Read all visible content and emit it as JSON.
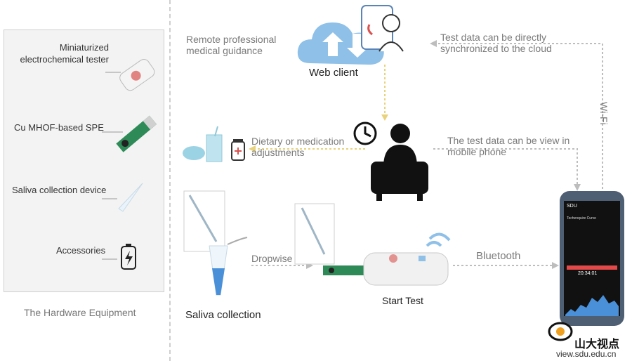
{
  "hardware": {
    "title": "The Hardware Equipment",
    "items": [
      {
        "label": "Miniaturized electrochemical tester",
        "icon": "tester-device-icon"
      },
      {
        "label": "Cu MHOF-based SPE",
        "icon": "electrode-strip-icon"
      },
      {
        "label": "Saliva collection device",
        "icon": "collection-tube-icon"
      },
      {
        "label": "Accessories",
        "icon": "battery-icon"
      }
    ]
  },
  "cloud": {
    "label": "Web client",
    "remote_guidance": "Remote professional medical guidance",
    "sync_note": "Test data can be directly synchronized to the cloud",
    "wifi": "Wi-Fi"
  },
  "patient": {
    "dietary": "Dietary or medication adjustments",
    "view_note": "The test data can be view in mobile phone"
  },
  "workflow": {
    "saliva": "Saliva collection",
    "dropwise": "Dropwise",
    "start": "Start Test",
    "bluetooth": "Bluetooth"
  },
  "phone": {
    "app_name": "SDU",
    "screen_title": "Techenquire Curve",
    "time": "20:34:01"
  },
  "watermark": {
    "brand": "山大视点",
    "url": "view.sdu.edu.cn"
  },
  "colors": {
    "arrow_gray": "#bdbdbd",
    "arrow_yellow": "#e8d27a",
    "cloud_blue": "#7fb3e0",
    "strip_green": "#2e8b57"
  }
}
